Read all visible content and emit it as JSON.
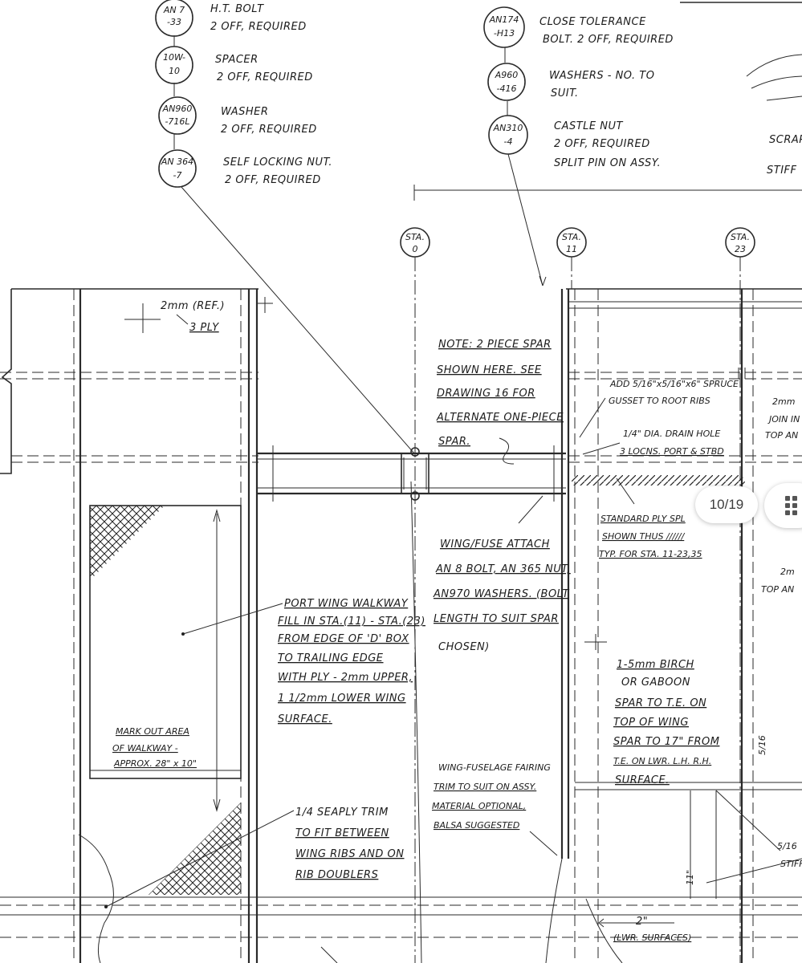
{
  "parts_left": [
    {
      "code": "AN7\n-33",
      "desc1": "H.T. BOLT",
      "desc2": "2 OFF, REQUIRED"
    },
    {
      "code": "10W-\n10",
      "desc1": "SPACER",
      "desc2": "2 OFF, REQUIRED"
    },
    {
      "code": "AN960\n-716L",
      "desc1": "WASHER",
      "desc2": "2 OFF, REQUIRED"
    },
    {
      "code": "AN364\n-7",
      "desc1": "SELF LOCKING NUT.",
      "desc2": "2 OFF, REQUIRED"
    }
  ],
  "parts_right": [
    {
      "code": "AN174\n-H13",
      "desc1": "CLOSE TOLERANCE",
      "desc2": "BOLT. 2 OFF, REQUIRED",
      "desc3": ""
    },
    {
      "code": "A960\n-416",
      "desc1": "WASHERS - NO. TO",
      "desc2": "SUIT.",
      "desc3": ""
    },
    {
      "code": "AN310\n-4",
      "desc1": "CASTLE NUT",
      "desc2": "2 OFF, REQUIRED",
      "desc3": "SPLIT PIN ON ASSY."
    }
  ],
  "stations": [
    {
      "line1": "STA.",
      "line2": "0"
    },
    {
      "line1": "STA.",
      "line2": "11"
    },
    {
      "line1": "STA.",
      "line2": "23"
    }
  ],
  "edge_labels": {
    "scrap": "SCRAP",
    "stiff": "STIFF"
  },
  "notes": {
    "ref_ply": [
      "2mm (REF.)",
      "3 PLY"
    ],
    "spar_note": [
      "NOTE: 2 PIECE SPAR",
      "SHOWN HERE. SEE",
      "DRAWING 16 FOR",
      "ALTERNATE ONE-PIECE",
      "SPAR."
    ],
    "gusset": [
      "ADD 5/16\"x5/16\"x6\" SPRUCE",
      "GUSSET TO ROOT RIBS"
    ],
    "drain": [
      "1/4\" DIA. DRAIN HOLE",
      "3 LOCNS. PORT & STBD"
    ],
    "right_edge": [
      "2mm",
      "JOIN IN",
      "TOP AN",
      "2m",
      "TOP AN"
    ],
    "standard_ply": [
      "STANDARD PLY SPL",
      "SHOWN THUS //////",
      "TYP. FOR STA. 11-23,35"
    ],
    "wing_fuse": [
      "WING/FUSE ATTACH",
      "AN 8 BOLT, AN 365 NUT,",
      "AN970 WASHERS. (BOLT",
      "LENGTH TO SUIT SPAR",
      "CHOSEN)"
    ],
    "walkway": [
      "PORT WING WALKWAY",
      "FILL IN STA.(11) - STA.(23)",
      "FROM EDGE OF 'D' BOX",
      "TO TRAILING EDGE",
      "WITH PLY - 2mm UPPER,",
      "1 1/2mm LOWER WING",
      "SURFACE."
    ],
    "birch": [
      "1-5mm BIRCH",
      "OR GABOON",
      "SPAR TO T.E. ON",
      "TOP OF WING",
      "SPAR TO 17\" FROM",
      "T.E. ON LWR. L.H. R.H.",
      "SURFACE."
    ],
    "mark_out": [
      "MARK OUT AREA",
      "OF WALKWAY -",
      "APPROX. 28\" x 10\""
    ],
    "fairing": [
      "WING-FUSELAGE FAIRING",
      "TRIM TO SUIT ON ASSY.",
      "MATERIAL OPTIONAL,",
      "BALSA SUGGESTED"
    ],
    "seaply": [
      "1/4 SEAPLY TRIM",
      "TO FIT BETWEEN",
      "WING RIBS AND ON",
      "RIB DOUBLERS"
    ],
    "dims": {
      "five_sixteenths": "5/16",
      "eleven": "11\"",
      "two": "2\"",
      "lwr_surfaces": "(LWR. SURFACES)",
      "stiff_bottom": [
        "5/16",
        "STIFF"
      ]
    }
  },
  "viewer": {
    "page_indicator": "10/19"
  }
}
